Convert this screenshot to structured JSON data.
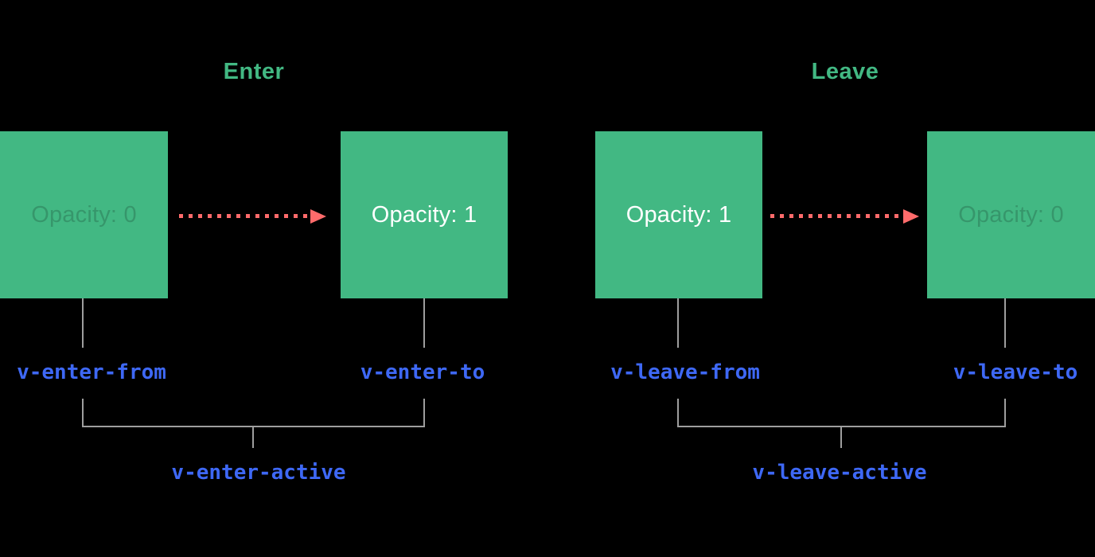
{
  "colors": {
    "background": "#000000",
    "box_green": "#42b883",
    "title_green": "#42b883",
    "arrow_red": "#ff6b6b",
    "class_blue": "#3e68f5",
    "line_gray": "#9e9e9e",
    "box_text_white": "#ffffff",
    "box_text_faded": "rgba(0,0,0,0.18)"
  },
  "enter": {
    "title": "Enter",
    "from_box_label": "Opacity: 0",
    "to_box_label": "Opacity: 1",
    "from_class": "v-enter-from",
    "to_class": "v-enter-to",
    "active_class": "v-enter-active"
  },
  "leave": {
    "title": "Leave",
    "from_box_label": "Opacity: 1",
    "to_box_label": "Opacity: 0",
    "from_class": "v-leave-from",
    "to_class": "v-leave-to",
    "active_class": "v-leave-active"
  }
}
